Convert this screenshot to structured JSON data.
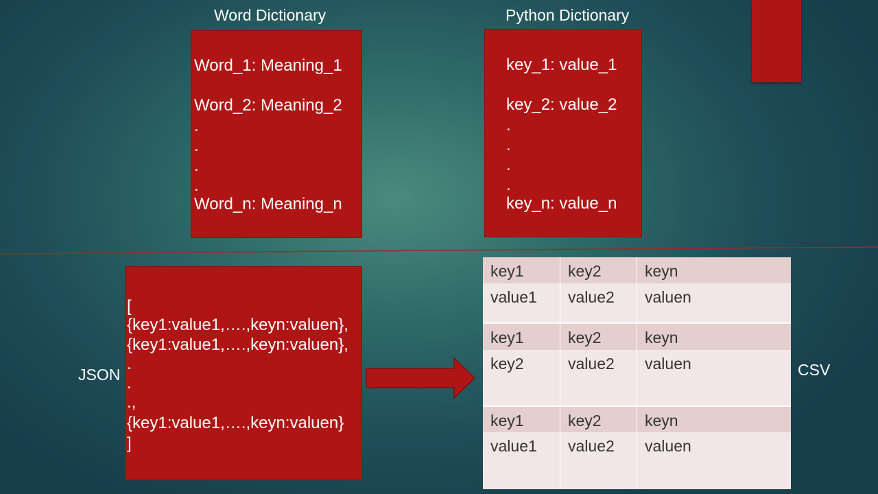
{
  "word_dictionary": {
    "title": "Word Dictionary",
    "lines": [
      "Word_1: Meaning_1",
      "Word_2: Meaning_2",
      ".",
      ".",
      ".",
      ".",
      "Word_n: Meaning_n"
    ]
  },
  "python_dictionary": {
    "title": "Python Dictionary",
    "lines": [
      "key_1: value_1",
      "key_2: value_2",
      ".",
      ".",
      ".",
      ".",
      "key_n: value_n"
    ]
  },
  "json_section": {
    "label": "JSON",
    "lines": [
      "[",
      "{key1:value1,….,keyn:valuen},",
      "{key1:value1,….,keyn:valuen},",
      ".",
      ".",
      ".,",
      "{key1:value1,….,keyn:valuen}",
      "]"
    ]
  },
  "csv_section": {
    "label": "CSV",
    "groups": [
      {
        "header": [
          "key1",
          "key2",
          "keyn"
        ],
        "row": [
          "value1",
          "value2",
          "valuen"
        ]
      },
      {
        "header": [
          "key1",
          "key2",
          "keyn"
        ],
        "row": [
          "key2",
          "value2",
          "valuen"
        ]
      },
      {
        "header": [
          "key1",
          "key2",
          "keyn"
        ],
        "row": [
          "value1",
          "value2",
          "valuen"
        ]
      }
    ]
  },
  "colors": {
    "box_red": "#b01515",
    "table_header": "#e4cfce",
    "table_body": "#f1e7e6",
    "divider": "#9b2a2a"
  }
}
